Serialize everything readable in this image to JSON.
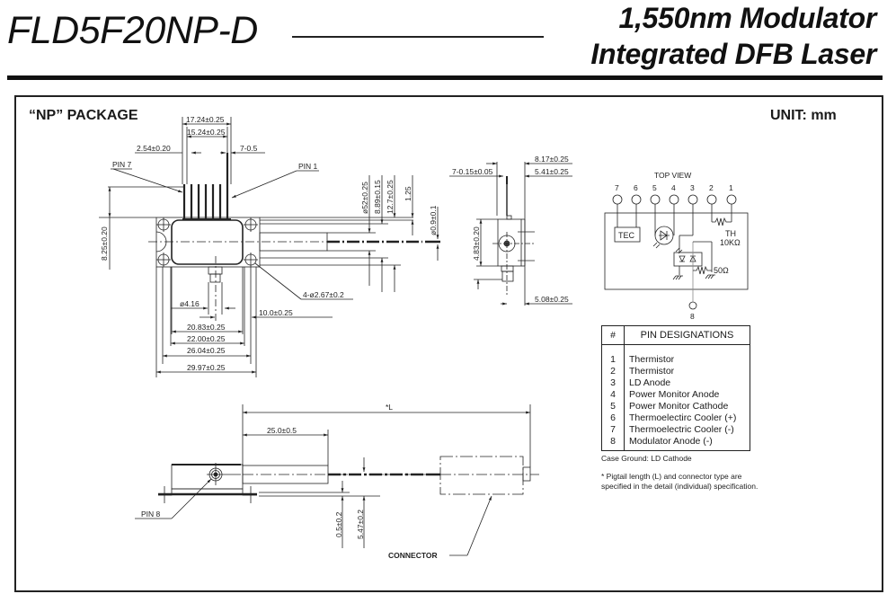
{
  "header": {
    "part_number": "FLD5F20NP-D",
    "title_line1": "1,550nm Modulator",
    "title_line2": "Integrated DFB Laser"
  },
  "drawing": {
    "package_label": "“NP” PACKAGE",
    "unit_label": "UNIT: mm",
    "top_view_dims": {
      "w_17_24": "17.24±0.25",
      "w_15_24": "15.24±0.25",
      "pitch": "2.54±0.20",
      "pin_width": "7-0.5",
      "pin7": "PIN 7",
      "pin1": "PIN 1",
      "lead_height": "8.25±0.20",
      "d_5_2": "ø52±0.25",
      "d_8_89": "8.89±0.15",
      "d_12_7": "12.7±0.25",
      "d_1_25": "1.25",
      "fiber": "ø0.9±0.1",
      "holes": "4-ø2.67±0.2",
      "d_4_16": "ø4.16",
      "d_10_0": "10.0±0.25",
      "w_20_83": "20.83±0.25",
      "w_22_00": "22.00±0.25",
      "w_26_04": "26.04±0.25",
      "w_29_97": "29.97±0.25"
    },
    "end_view_dims": {
      "w_8_17": "8.17±0.25",
      "w_5_41": "5.41±0.25",
      "pin_thickness": "7-0.15±0.05",
      "h_4_83": "4.83±0.20",
      "w_5_08": "5.08±0.25"
    },
    "side_view_dims": {
      "length": "*L",
      "boot": "25.0±0.5",
      "h_0_5": "0.5±0.2",
      "h_5_47": "5.47±0.2",
      "pin8": "PIN 8",
      "connector": "CONNECTOR"
    },
    "schematic": {
      "title": "TOP VIEW",
      "pins": [
        "7",
        "6",
        "5",
        "4",
        "3",
        "2",
        "1"
      ],
      "pin8": "8",
      "tec": "TEC",
      "th": "TH",
      "th_value": "10KΩ",
      "r_value": "50Ω"
    }
  },
  "pin_table": {
    "col_num": "#",
    "col_desc": "PIN DESIGNATIONS",
    "rows": [
      {
        "num": "1",
        "desc": "Thermistor"
      },
      {
        "num": "2",
        "desc": "Thermistor"
      },
      {
        "num": "3",
        "desc": "LD Anode"
      },
      {
        "num": "4",
        "desc": "Power Monitor Anode"
      },
      {
        "num": "5",
        "desc": "Power Monitor Cathode"
      },
      {
        "num": "6",
        "desc": "Thermoelectirc Cooler (+)"
      },
      {
        "num": "7",
        "desc": "Thermoelectric Cooler (-)"
      },
      {
        "num": "8",
        "desc": "Modulator Anode (-)"
      }
    ]
  },
  "notes": {
    "case_ground": "Case Ground: LD Cathode",
    "pigtail_line1": "* Pigtail length (L) and connector type are",
    "pigtail_line2": "specified in the detail (individual) specification."
  }
}
